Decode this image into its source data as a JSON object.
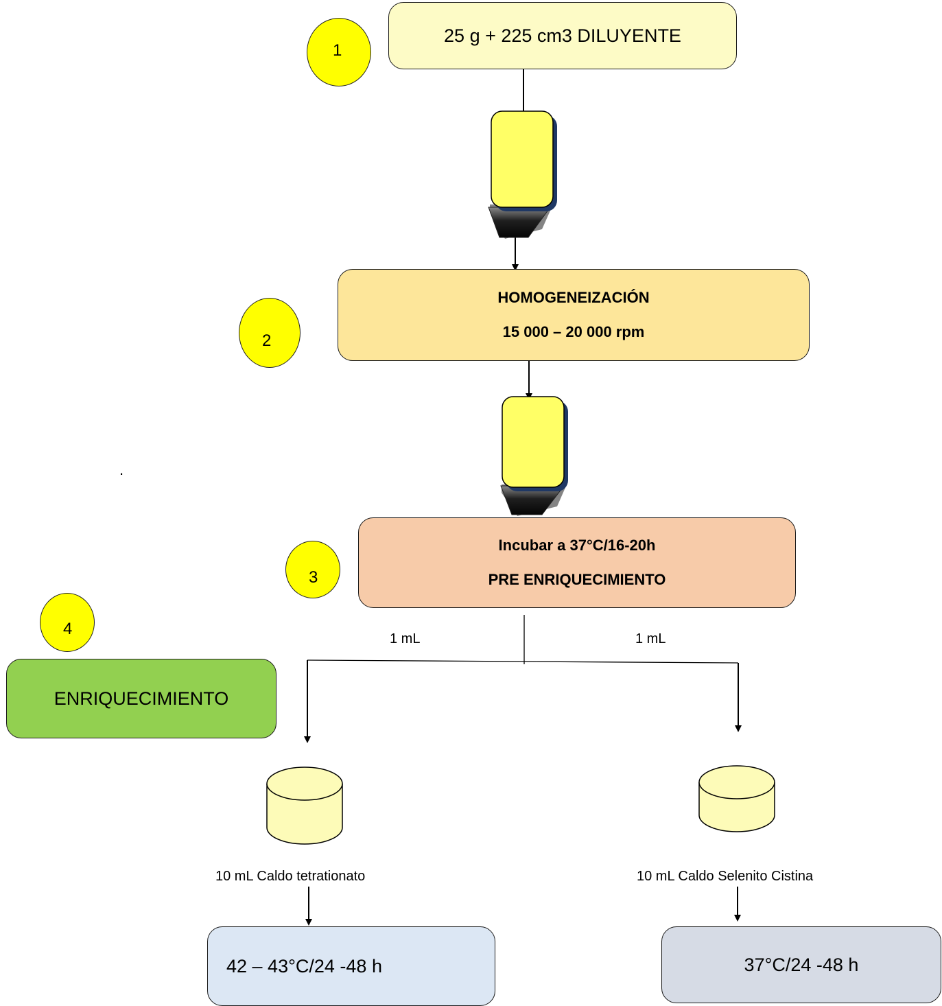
{
  "steps": {
    "step1": {
      "number": "1",
      "text": "25 g + 225 cm3 DILUYENTE"
    },
    "step2": {
      "number": "2",
      "title": "HOMOGENEIZACIÓN",
      "subtitle": "15 000 – 20 000 rpm"
    },
    "step3": {
      "number": "3",
      "title": "Incubar a 37°C/16-20h",
      "subtitle": "PRE ENRIQUECIMIENTO"
    },
    "step4": {
      "number": "4",
      "label": "ENRIQUECIMIENTO"
    }
  },
  "transfer": {
    "left_volume": "1 mL",
    "right_volume": "1 mL"
  },
  "media": {
    "left": {
      "label": "10 mL  Caldo tetrationato",
      "condition": "42 – 43°C/24 -48 h"
    },
    "right": {
      "label": "10 mL Caldo Selenito Cistina",
      "condition": "37°C/24 -48 h"
    }
  },
  "stray_mark": ".",
  "colors": {
    "circle": "#ffff00",
    "step1_box": "#fdfbc6",
    "step2_box": "#fde69a",
    "step3_box": "#f7cba9",
    "enrichment_box": "#92d050",
    "left_result_box": "#dce7f4",
    "right_result_box": "#d6dbe5",
    "container_body": "#ffff66",
    "dish": "#fdfbb8"
  },
  "icons": [
    "blender-container-icon",
    "blender-container-icon",
    "petri-dish-icon",
    "petri-dish-icon"
  ]
}
